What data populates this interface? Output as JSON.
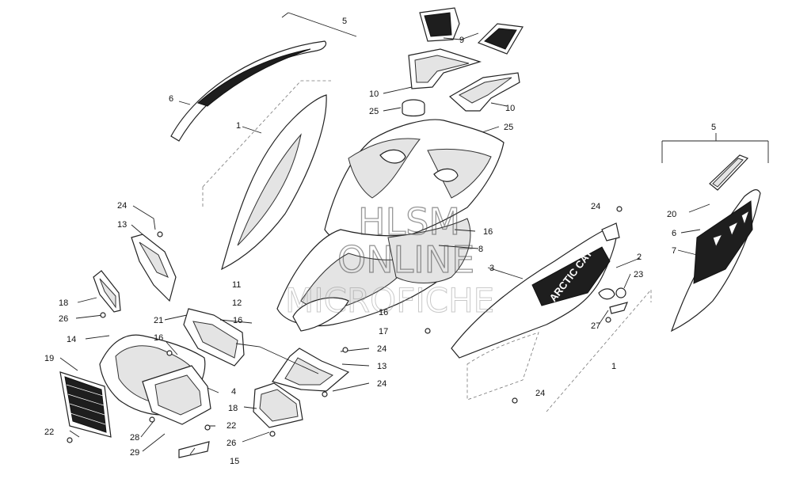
{
  "watermark": {
    "line1": "HLSM",
    "line2": "ONLINE",
    "line3": "MICROFICHE"
  },
  "decal_text": "ARCTIC CAT",
  "callouts": {
    "c5_top": "5",
    "c9": "9",
    "c6_left": "6",
    "c10_left": "10",
    "c10_right": "10",
    "c25_left": "25",
    "c25_right": "25",
    "c1_upper": "1",
    "c24_upper": "24",
    "c13_left": "13",
    "c16_center": "16",
    "c8": "8",
    "c3": "3",
    "c2": "2",
    "c23": "23",
    "c11": "11",
    "c12": "12",
    "c18_left": "18",
    "c26_left": "26",
    "c21": "21",
    "c16_mid": "16",
    "c16_lower": "16",
    "c17": "17",
    "c24_mid1": "24",
    "c13_mid": "13",
    "c24_mid2": "24",
    "c14": "14",
    "c16_left": "16",
    "c19": "19",
    "c4": "4",
    "c18_mid": "18",
    "c22_mid": "22",
    "c26_mid": "26",
    "c22_left": "22",
    "c28": "28",
    "c29": "29",
    "c15": "15",
    "c27": "27",
    "c1_lower": "1",
    "c24_lower": "24",
    "c24_right": "24",
    "c5_right": "5",
    "c20": "20",
    "c6_right": "6",
    "c7": "7"
  }
}
